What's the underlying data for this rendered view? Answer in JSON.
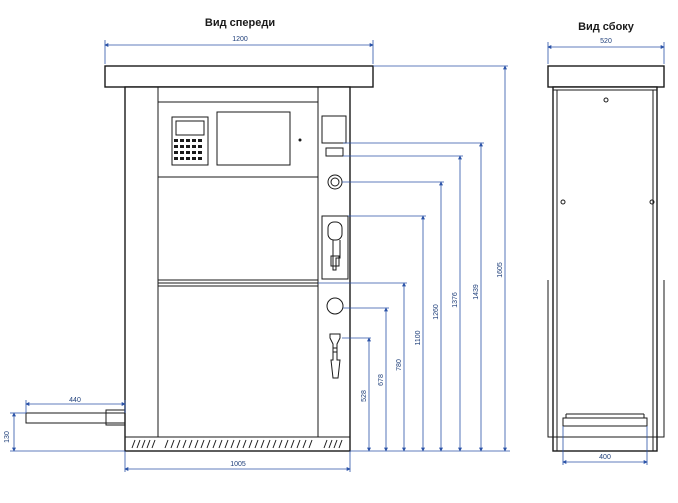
{
  "titles": {
    "front": "Вид спереди",
    "side": "Вид сбоку"
  },
  "dimensions": {
    "front_width_top": "1200",
    "front_width_bottom": "1005",
    "side_width_top": "520",
    "side_width_bottom": "400",
    "step_depth": "440",
    "step_height": "130",
    "h_528": "528",
    "h_678": "678",
    "h_780": "780",
    "h_1100": "1100",
    "h_1260": "1260",
    "h_1376": "1376",
    "h_1439": "1439",
    "h_1605": "1605"
  },
  "colors": {
    "outline": "#1a1a1a",
    "dimension_line": "#2b53a8",
    "dimension_text": "#1f3f7a"
  }
}
